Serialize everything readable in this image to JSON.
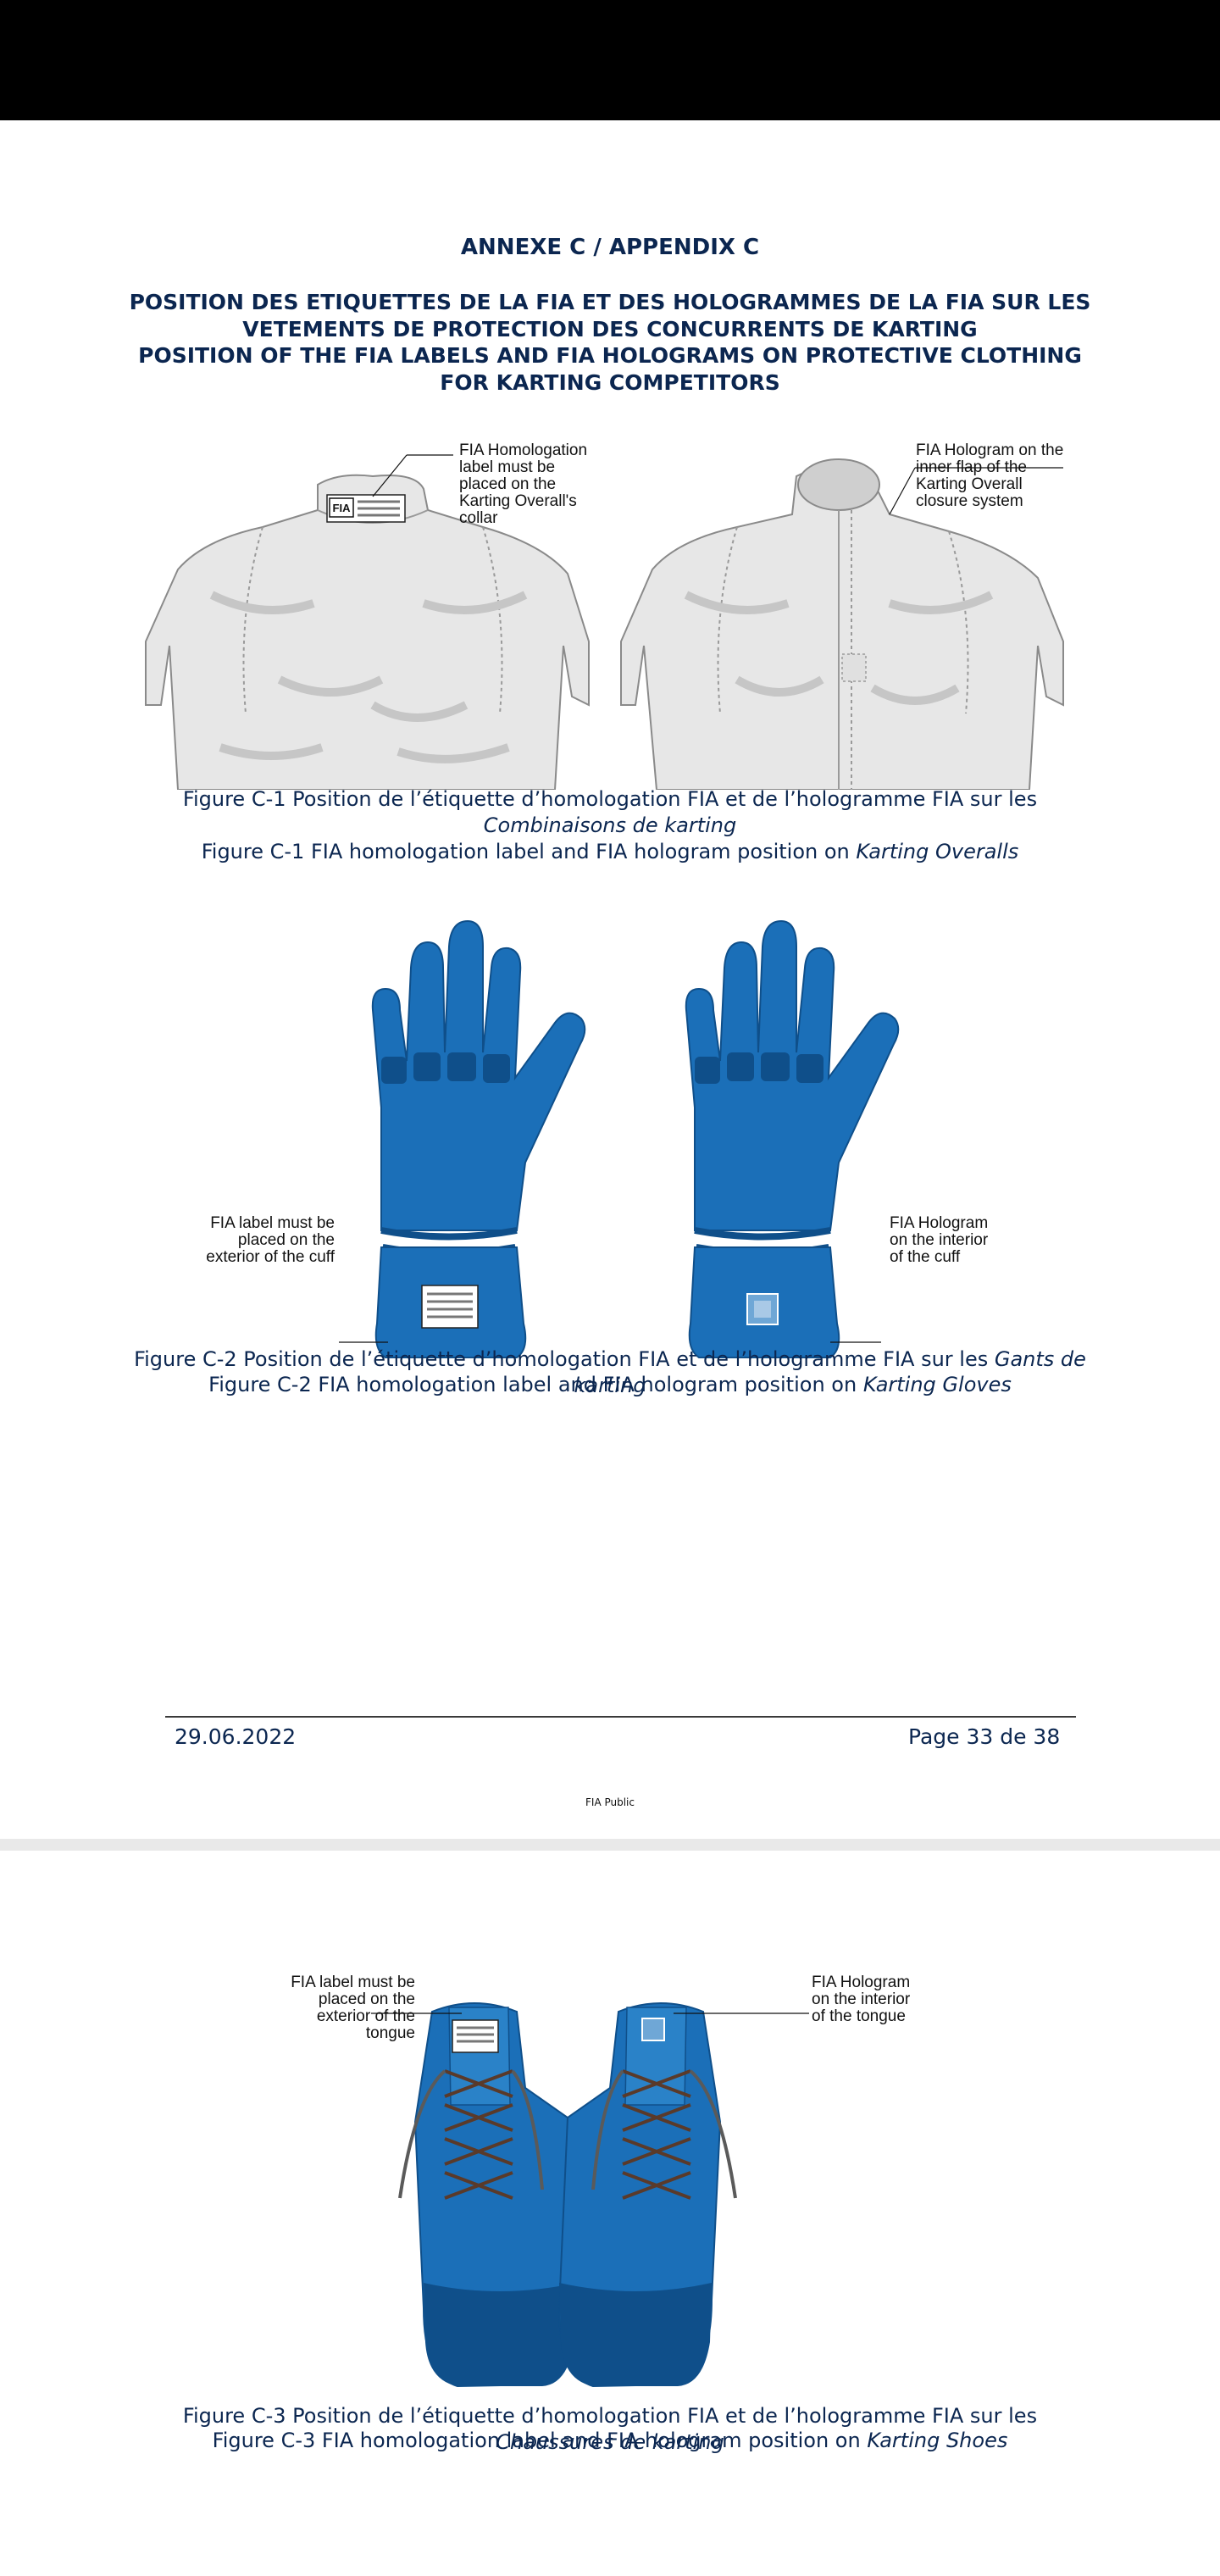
{
  "annex_title": "ANNEXE C / APPENDIX C",
  "title_lines": [
    "POSITION DES ETIQUETTES DE LA FIA ET DES HOLOGRAMMES DE LA FIA SUR LES",
    "VETEMENTS DE PROTECTION DES CONCURRENTS DE KARTING",
    "POSITION OF THE FIA LABELS AND FIA HOLOGRAMS ON PROTECTIVE CLOTHING",
    "FOR KARTING COMPETITORS"
  ],
  "figure_c1": {
    "callout_left": [
      "FIA Homologation",
      "label must be",
      "placed on the",
      "Karting Overall's",
      "collar"
    ],
    "callout_right": [
      "FIA Hologram on the",
      "inner flap of the",
      "Karting Overall",
      "closure system"
    ],
    "label_text": "FIA",
    "caption_fr_prefix": "Figure C-1 Position de l’étiquette d’homologation FIA et de l’hologramme FIA sur les ",
    "caption_fr_italic": "Combinaisons de karting",
    "caption_en_prefix": "Figure C-1 FIA homologation label and FIA hologram position on ",
    "caption_en_italic": "Karting Overalls"
  },
  "figure_c2": {
    "callout_left": [
      "FIA label must be",
      "placed on the",
      "exterior of the cuff"
    ],
    "callout_right": [
      "FIA Hologram",
      "on the interior",
      "of the cuff"
    ],
    "caption_fr_prefix": "Figure C-2 Position de l’étiquette d’homologation FIA et de l’hologramme FIA sur les ",
    "caption_fr_italic": "Gants de karting",
    "caption_en_prefix": "Figure C-2 FIA homologation label and FIA hologram position on ",
    "caption_en_italic": "Karting Gloves"
  },
  "footer": {
    "date": "29.06.2022",
    "page": "Page 33 de 38",
    "classification": "FIA Public"
  },
  "figure_c3": {
    "callout_left": [
      "FIA label must be",
      "placed on the",
      "exterior of the",
      "tongue"
    ],
    "callout_right": [
      "FIA Hologram",
      "on the interior",
      "of the tongue"
    ],
    "caption_fr_prefix": "Figure C-3 Position de l’étiquette d’homologation FIA et de l’hologramme FIA sur les ",
    "caption_fr_italic": "Chaussures de karting",
    "caption_en_prefix": "Figure C-3 FIA homologation label and FIA hologram position on ",
    "caption_en_italic": "Karting Shoes"
  },
  "colors": {
    "navy_text": "#0b2650",
    "glove_blue": "#1b6fb8",
    "glove_dark": "#0f4f8a",
    "suit_grey": "#e6e6e6"
  }
}
